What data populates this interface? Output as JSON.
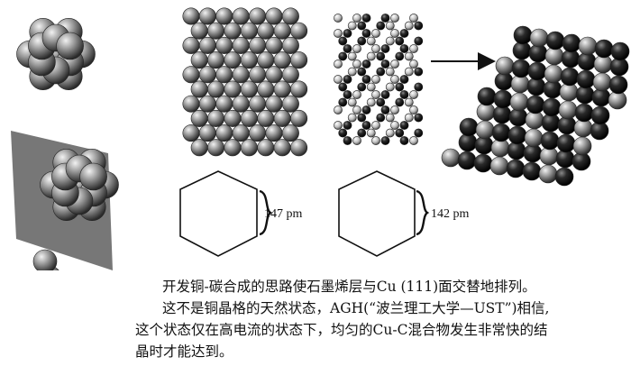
{
  "labels": {
    "copper_spacing": "147 pm",
    "graphene_spacing": "142 pm"
  },
  "caption": {
    "line1": "开发铜-碳合成的思路使石墨烯层与Cu (111)面交替地排列。",
    "line2": "这不是铜晶格的天然状态，AGH(“波兰理工大学—UST”)相信,",
    "line3": "这个状态仅在高电流的状态下，均匀的Cu-C混合物发生非常快的结",
    "line4": "晶时才能达到。"
  },
  "colors": {
    "sphere_light": "#d8d8d8",
    "sphere_dark": "#1a1a1a",
    "ink": "#111111"
  }
}
